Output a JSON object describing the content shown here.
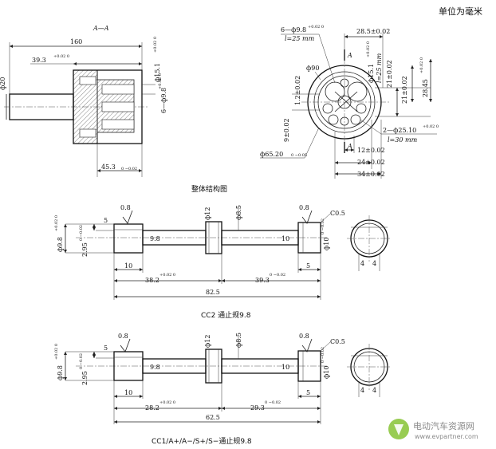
{
  "header": {
    "unit_note": "单位为毫米"
  },
  "section_view": {
    "section_label": "A—A",
    "total_length": "160",
    "dim_39": "39.3",
    "dim_39_tol": "+0.02  0",
    "dia_20": "ф20",
    "dia_15": "ф15.1",
    "dia_15_tol": "+0.02 0",
    "hole_6x": "6—ф9.8",
    "hole_6x_tol": "+0.02 0",
    "dim_45": "45.3",
    "dim_45_tol": "0 −0.02"
  },
  "end_view": {
    "holes_label": "6—ф9.8",
    "holes_tol": "+0.02 0",
    "depth_25": "l=25 mm",
    "dim_28_5": "28.5±0.02",
    "dia_90": "ф90",
    "dim_1_2": "1.2±0.02",
    "dim_9": "9±0.02",
    "dia_15": "ф15.1",
    "dia_15_tol": "+0.02 0",
    "l_25b": "l=25 mm",
    "dim_21a": "21±0.02",
    "dim_21b": "21±0.02",
    "dim_28_45": "28.45",
    "dim_28_45_tol": "+0.02 0",
    "holes_2x": "2—ф25.10",
    "holes_2x_tol": "+0.02 0",
    "depth_30": "l=30 mm",
    "dia_65": "ф65.20",
    "dia_65_tol": "0 −0.05",
    "dim_12": "12±0.02",
    "dim_24": "24±0.02",
    "dim_34": "34±0.02",
    "section_mark": "A"
  },
  "overall_title": "整体结构图",
  "gauge1": {
    "roughness_left": "0.8",
    "dia_12": "ф12",
    "dia_8_5": "ф8.5",
    "roughness_right": "0.8",
    "chamfer": "C0.5",
    "dia_left": "ф9.8",
    "dia_left_tol": "+0.02 0",
    "dim_5a": "5",
    "dim_2_95": "2.95",
    "dim_2_95_tol": "0 −0.02",
    "len_9_8": "9.8",
    "len_10": "10",
    "dia_right": "ф10",
    "dia_right_tol": "0 −0.02",
    "dim_10": "10",
    "dim_5b": "5",
    "dim_38": "38.2",
    "dim_38_tol": "+0.02 0",
    "dim_39": "39.3",
    "dim_39_tol": "0 −0.02",
    "total": "82.5",
    "dim_4a": "4",
    "dim_4b": "4",
    "caption": "CC2 通止规9.8"
  },
  "gauge2": {
    "roughness_left": "0.8",
    "dia_12": "ф12",
    "dia_8_5": "ф8.5",
    "roughness_right": "0.8",
    "chamfer": "C0.5",
    "dia_left": "ф9.8",
    "dia_left_tol": "+0.02 0",
    "dim_5a": "5",
    "dim_2_95": "2.95",
    "dim_2_95_tol": "0 −0.02",
    "len_9_8": "9.8",
    "len_10": "10",
    "dia_right": "ф10",
    "dia_right_tol": "0 −0.02",
    "dim_10": "10",
    "dim_5b": "5",
    "dim_28": "28.2",
    "dim_28_tol": "+0.02 0",
    "dim_29": "29.3",
    "dim_29_tol": "0 −0.02",
    "total": "62.5",
    "dim_4a": "4",
    "dim_4b": "4",
    "caption": "CC1/A+/A−/S+/S−通止规9.8"
  },
  "watermark": {
    "name": "电动汽车资源网",
    "url": "www.evpartner.com"
  }
}
